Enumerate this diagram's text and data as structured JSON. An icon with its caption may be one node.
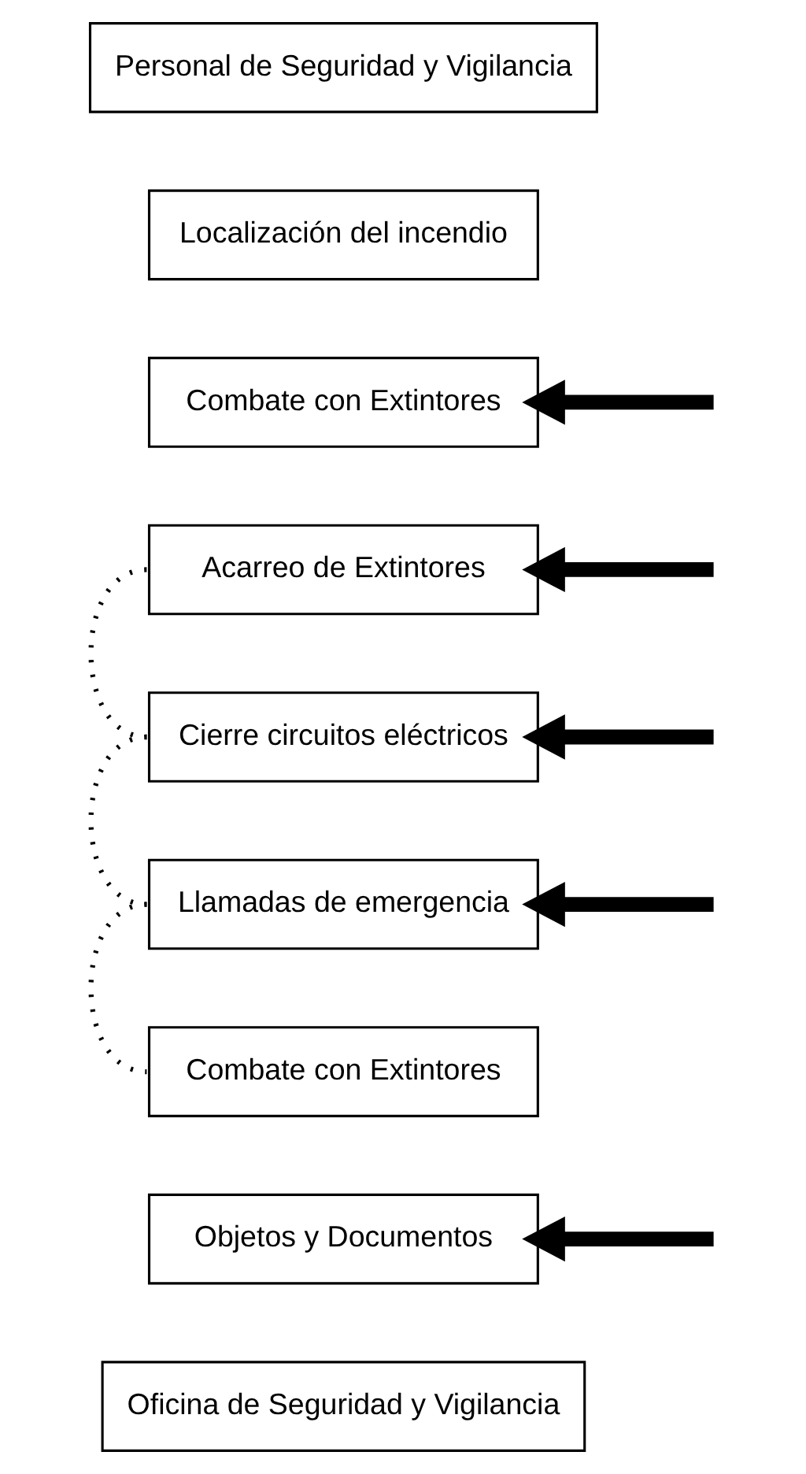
{
  "diagram": {
    "nodes": [
      {
        "text": [
          "Personal de Seguridad y Vigilancia"
        ]
      },
      {
        "text": [
          "Localización del incendio"
        ]
      },
      {
        "text": [
          "Combate con Extintores"
        ]
      },
      {
        "text": [
          "Acarreo de Extintores"
        ]
      },
      {
        "text": [
          "Cierre circuitos eléctricos"
        ]
      },
      {
        "text": [
          "Llamadas de emergencia"
        ]
      },
      {
        "text": [
          "Combate con Extintores"
        ]
      },
      {
        "text": [
          "Objetos y Documentos"
        ]
      },
      {
        "text": [
          "Oficina de Seguridad y Vigilancia"
        ]
      }
    ],
    "edges": [
      {
        "from": null,
        "to": 2,
        "arrow": "to"
      },
      {
        "from": null,
        "to": 3,
        "arrow": "to"
      },
      {
        "from": null,
        "to": 4,
        "arrow": "to"
      },
      {
        "from": null,
        "to": 5,
        "arrow": "to"
      },
      {
        "from": null,
        "to": 7,
        "arrow": "to"
      },
      {
        "from": 3,
        "to": 4,
        "arrow": "none",
        "style": "dashed"
      },
      {
        "from": 4,
        "to": 5,
        "arrow": "none",
        "style": "dashed"
      },
      {
        "from": 5,
        "to": 6,
        "arrow": "none",
        "style": "dashed"
      }
    ]
  }
}
